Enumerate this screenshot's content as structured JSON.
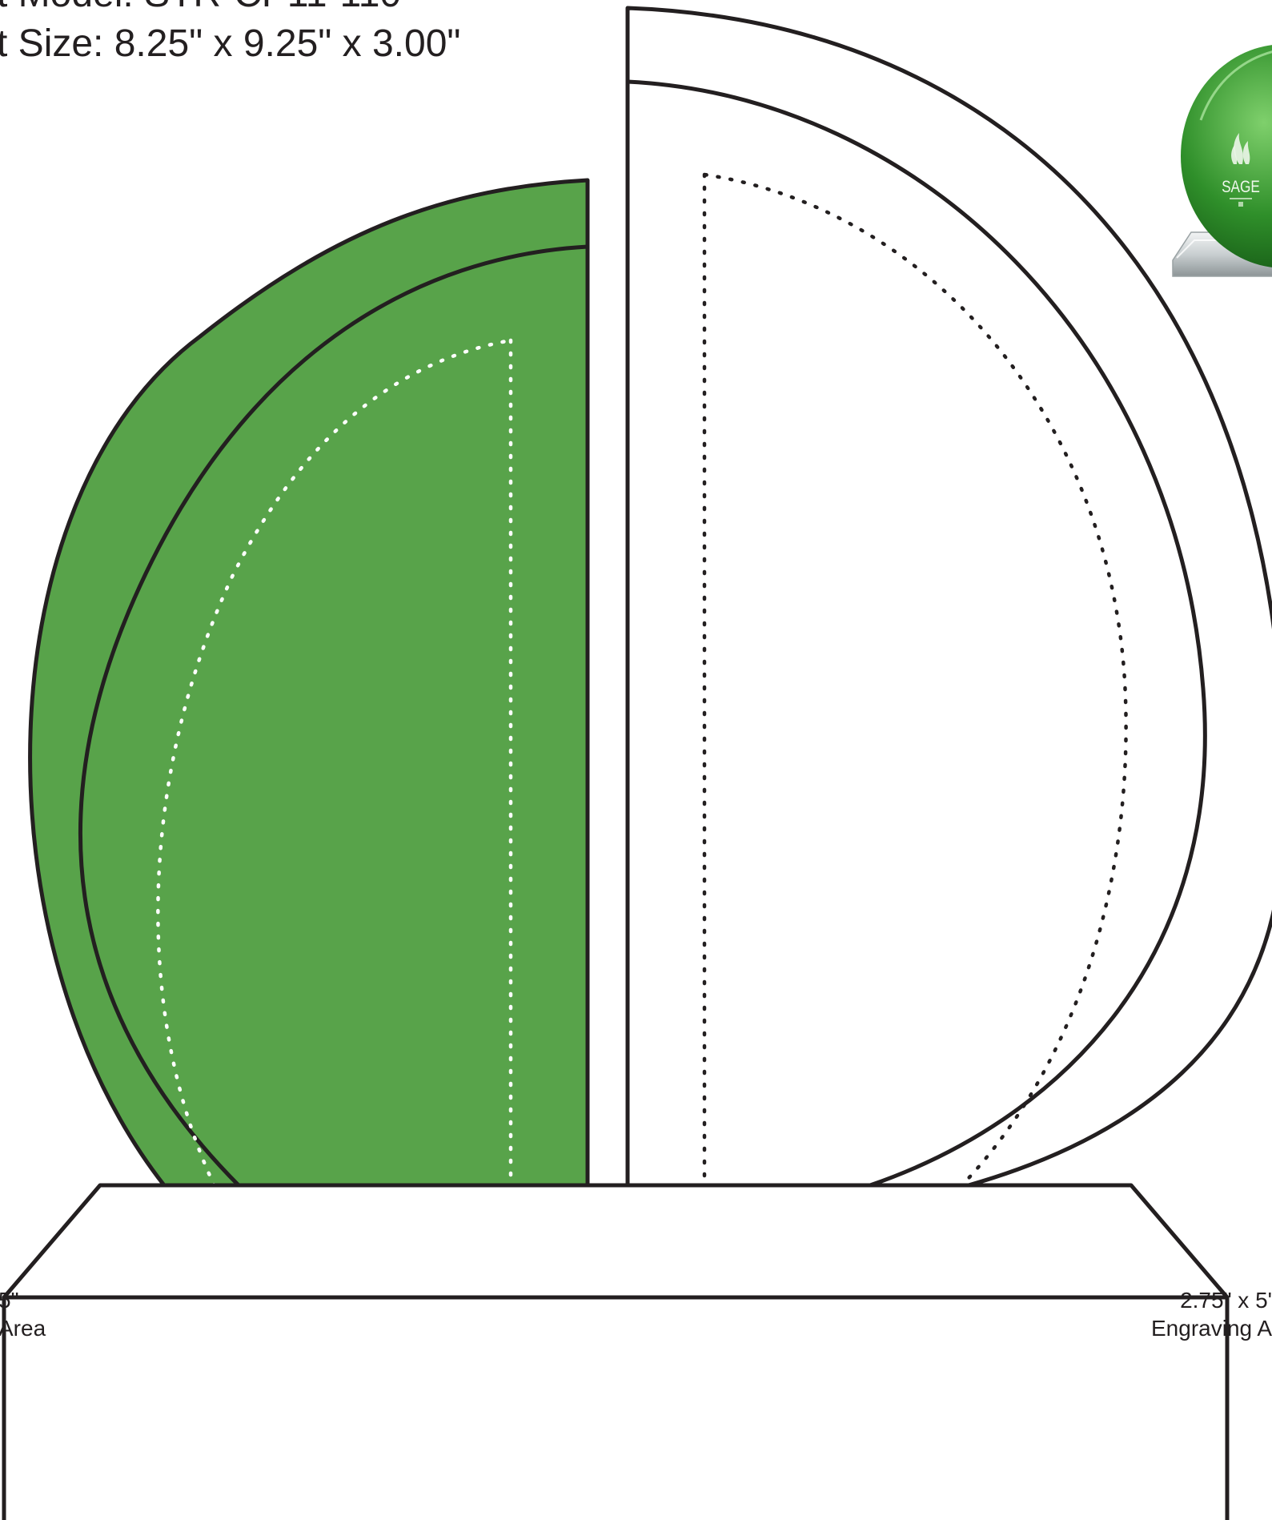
{
  "header": {
    "model_line": "t Model: STR-CP11-110",
    "size_line": "t Size: 8.25\" x 9.25\" x 3.00\""
  },
  "engraving": {
    "left_size": "5\"",
    "left_label": "Area",
    "right_size": "2.75\" x 5'",
    "right_label": "Engraving A"
  },
  "photo": {
    "logo_text": "SAGE"
  },
  "colors": {
    "front_fill": "#58a34a",
    "stroke": "#231f20",
    "glass_green": "#3c8f33"
  }
}
